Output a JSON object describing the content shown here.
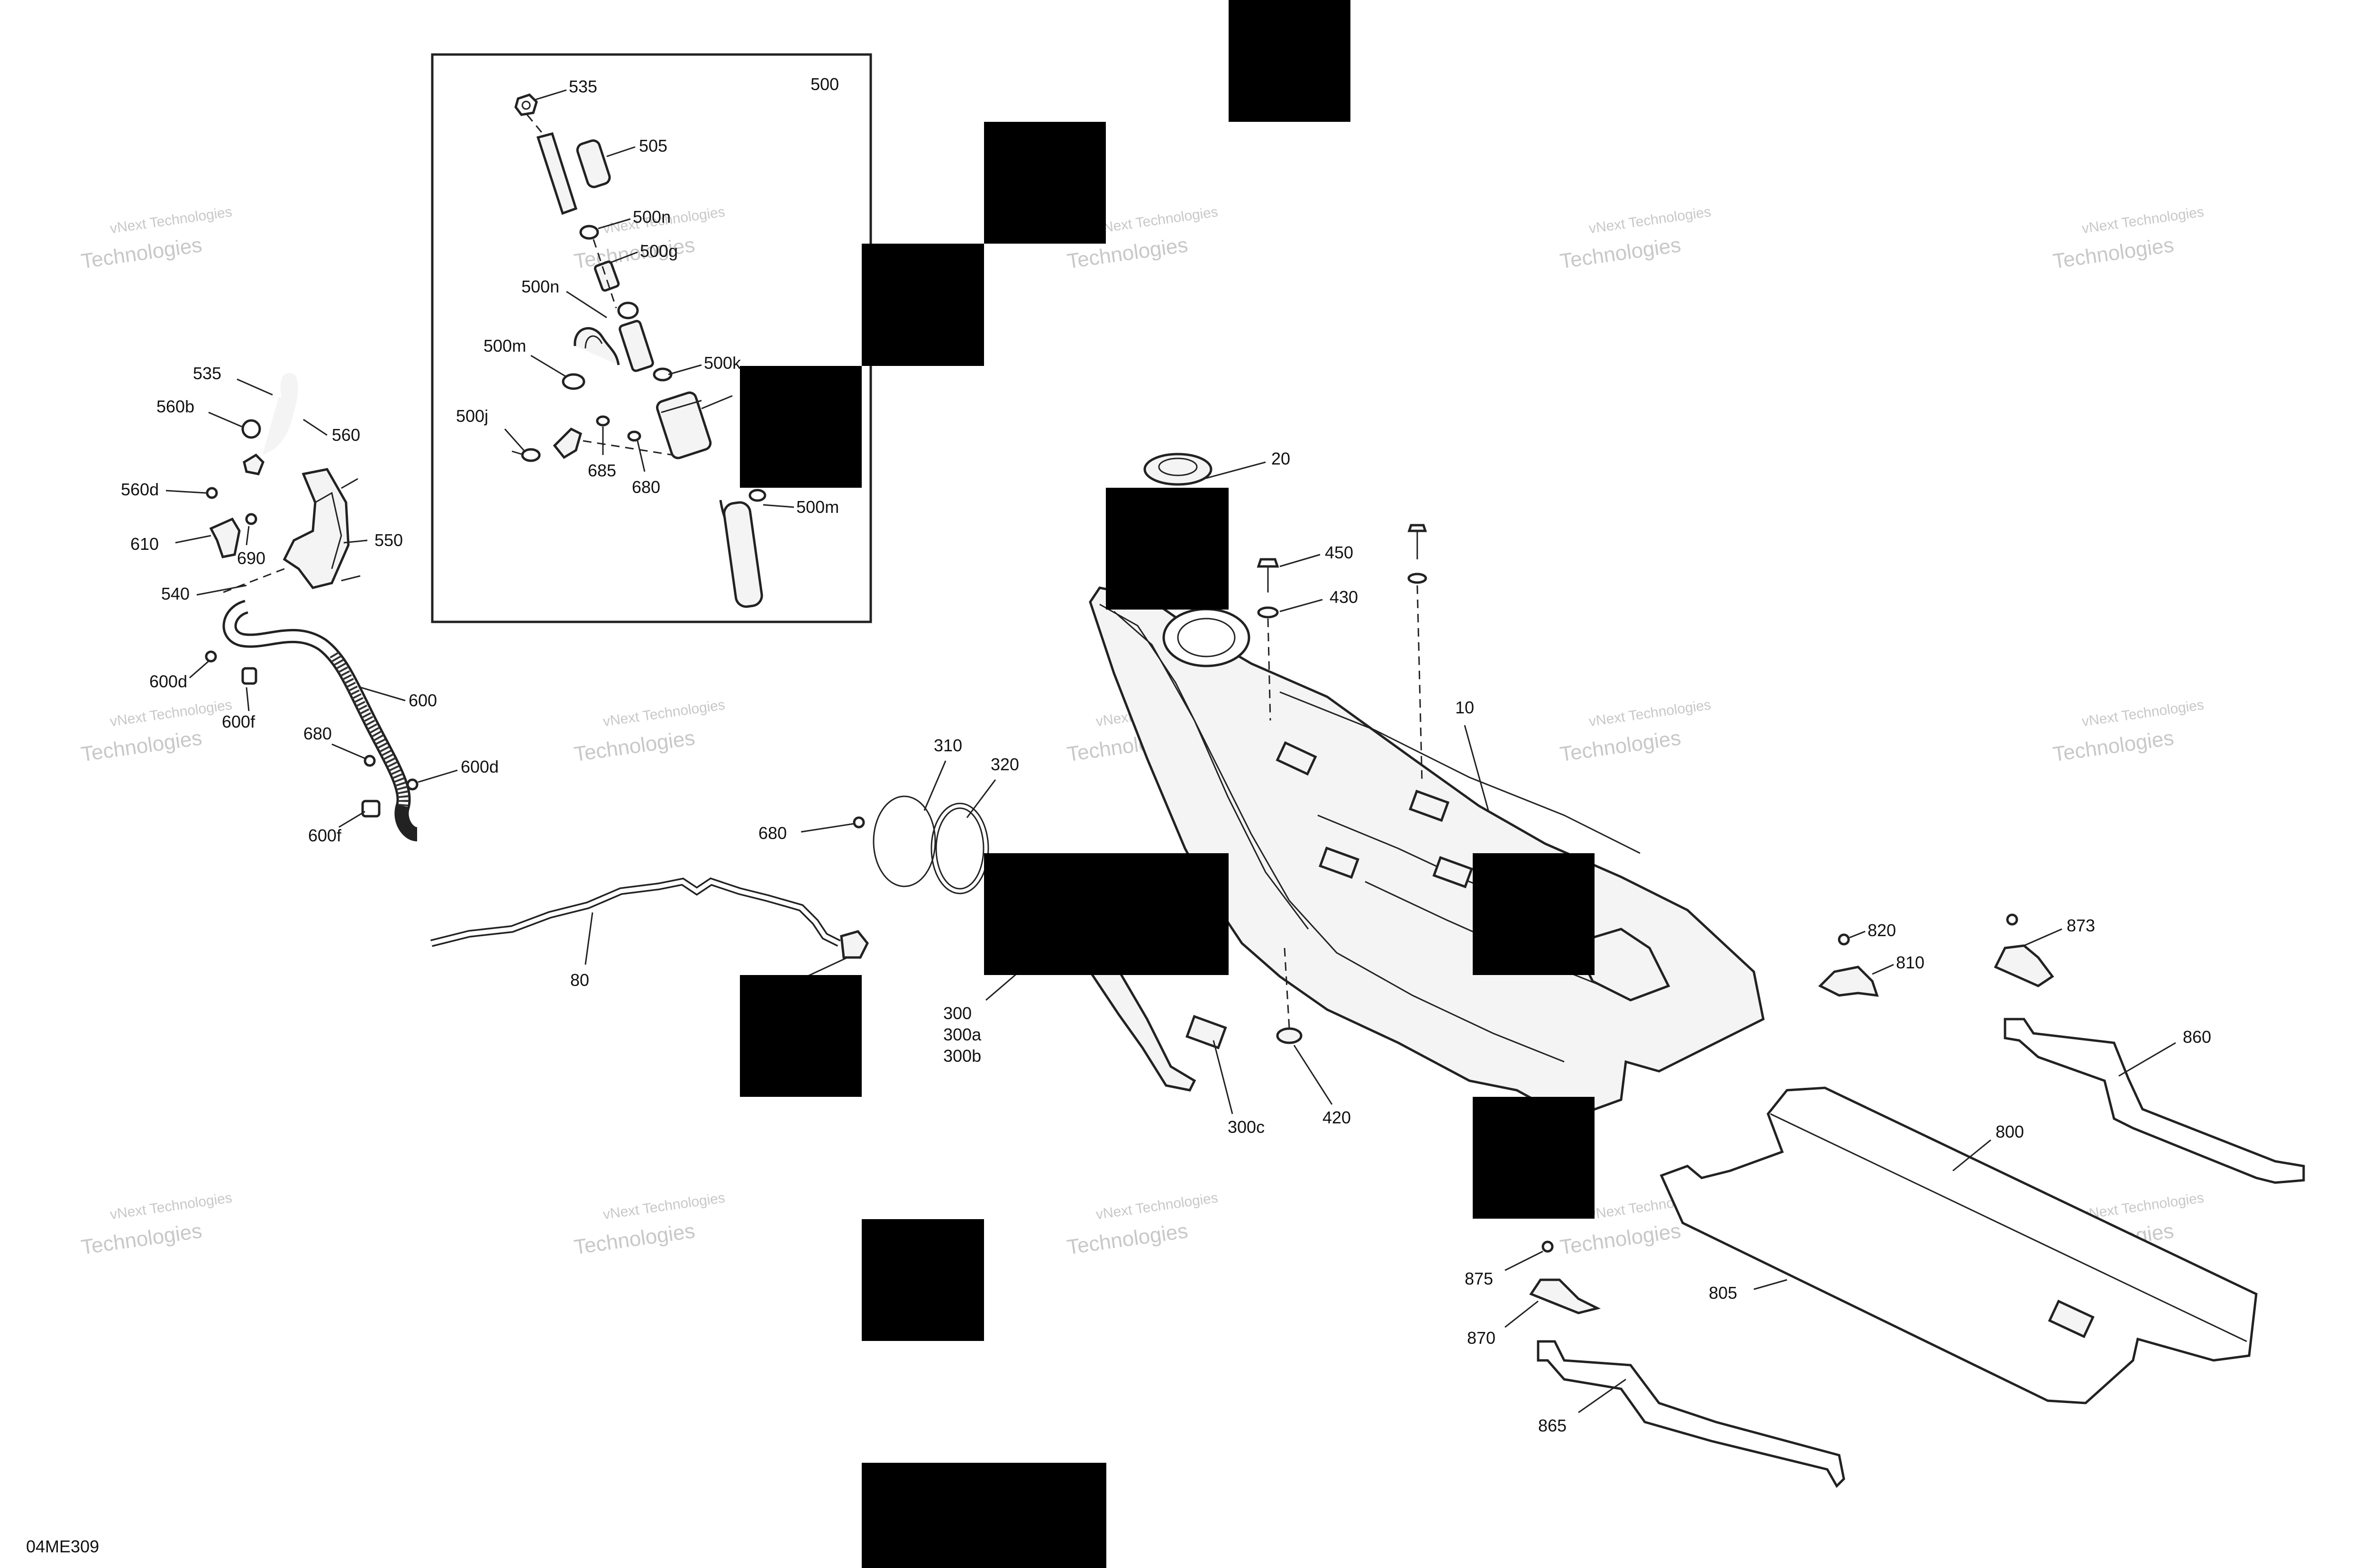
{
  "diagram_code": "04ME309",
  "inset_label": "500",
  "watermark": {
    "line1": "vNext Technologies",
    "line2": "Technologies"
  },
  "callouts": {
    "c10": "10",
    "c20": "20",
    "c80": "80",
    "c300": "300",
    "c300a": "300a",
    "c300b": "300b",
    "c300c": "300c",
    "c310": "310",
    "c320": "320",
    "c420": "420",
    "c430": "430",
    "c450": "450",
    "c505": "505",
    "c535_inset": "535",
    "c500n_a": "500n",
    "c500g": "500g",
    "c500n_b": "500n",
    "c500m_a": "500m",
    "c500k": "500k",
    "c500j": "500j",
    "c685": "685",
    "c680_inset": "680",
    "c500m_b": "500m",
    "c535": "535",
    "c560b": "560b",
    "c560": "560",
    "c560d": "560d",
    "c610": "610",
    "c690": "690",
    "c550": "550",
    "c540": "540",
    "c600d_a": "600d",
    "c600": "600",
    "c600f_a": "600f",
    "c680_a": "680",
    "c600d_b": "600d",
    "c600f_b": "600f",
    "c680_b": "680",
    "c800": "800",
    "c805": "805",
    "c810": "810",
    "c820": "820",
    "c860": "860",
    "c865": "865",
    "c870": "870",
    "c873": "873",
    "c875": "875"
  }
}
